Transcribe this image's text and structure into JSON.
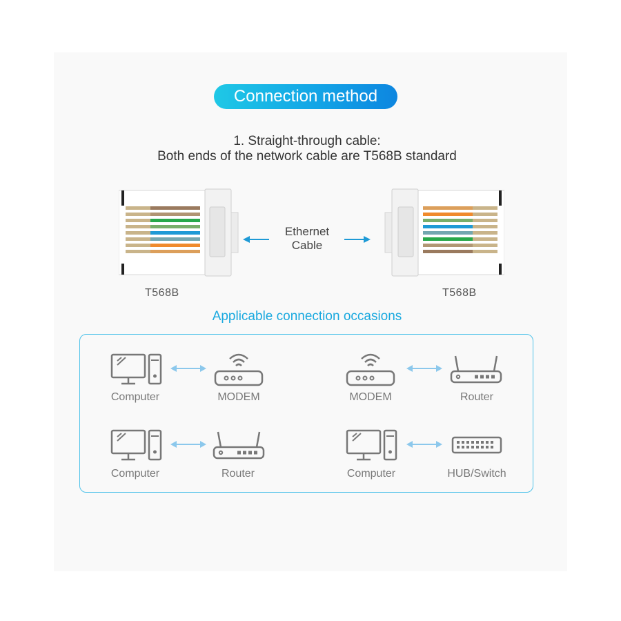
{
  "header": {
    "title": "Connection method"
  },
  "intro": {
    "line1": "1. Straight-through cable:",
    "line2": "Both ends of the network cable are T568B standard"
  },
  "plugs": {
    "left_label": "T568B",
    "right_label": "T568B",
    "center_line1": "Ethernet",
    "center_line2": "Cable"
  },
  "occasions": {
    "title": "Applicable connection occasions",
    "pairs": [
      {
        "a": "Computer",
        "b": "MODEM"
      },
      {
        "a": "MODEM",
        "b": "Router"
      },
      {
        "a": "Computer",
        "b": "Router"
      },
      {
        "a": "Computer",
        "b": "HUB/Switch"
      }
    ]
  },
  "colors": {
    "accent": "#1aa9df",
    "icon_gray": "#777777",
    "wire_orange": "#f08a2c",
    "wire_green": "#27a84a",
    "wire_blue": "#1e9ad6",
    "wire_brown": "#9a7a5e"
  }
}
